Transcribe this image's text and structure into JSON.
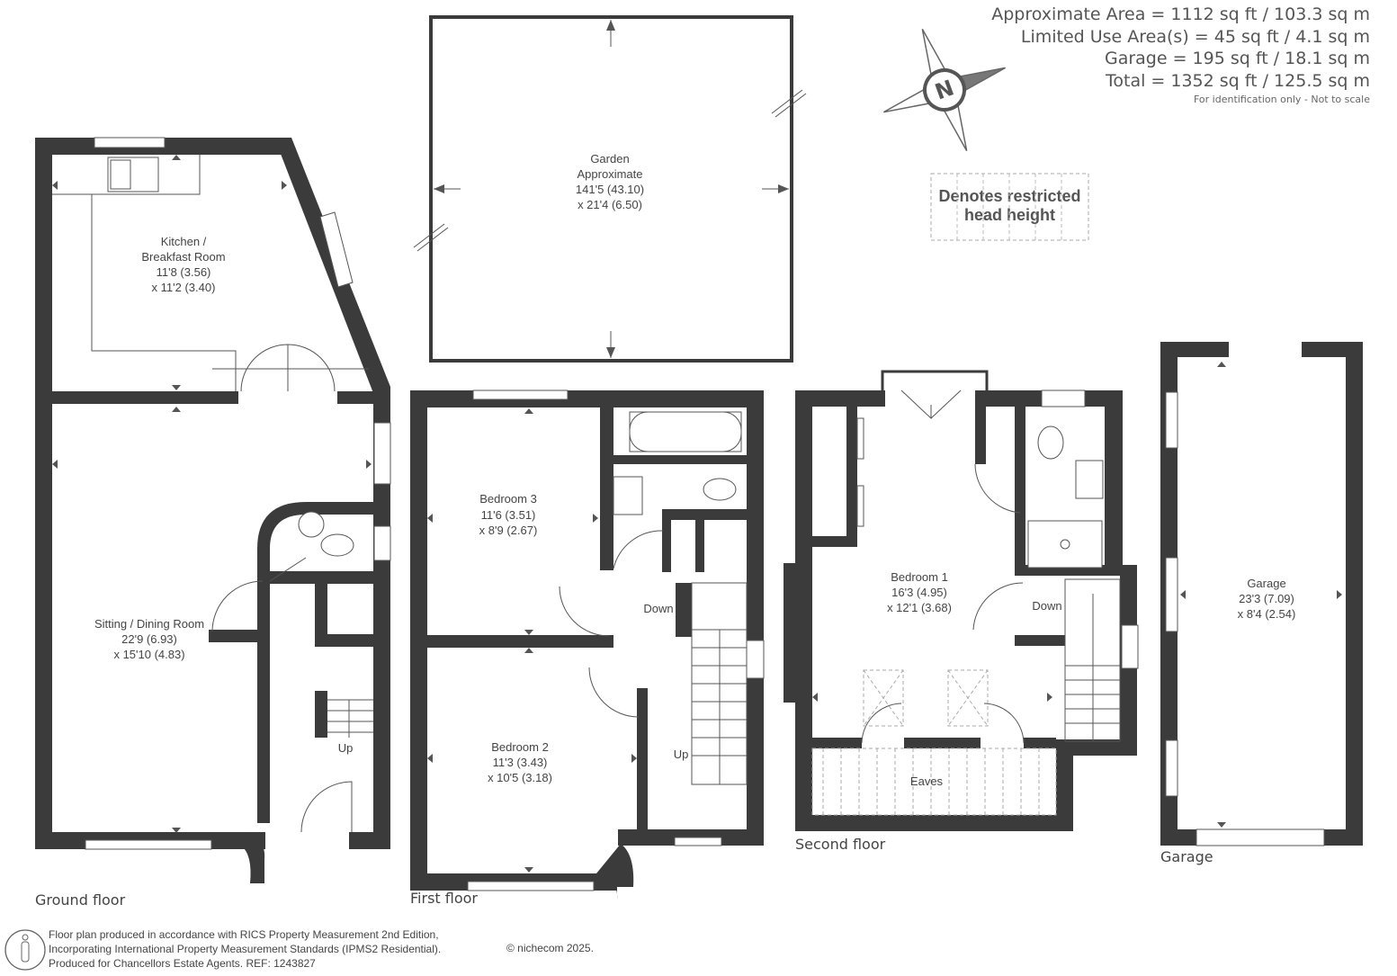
{
  "areas": [
    "Approximate Area = 1112 sq ft / 103.3 sq m",
    "Limited Use Area(s) = 45 sq ft / 4.1 sq m",
    "Garage = 195 sq ft / 18.1 sq m",
    "Total = 1352 sq ft / 125.5 sq m"
  ],
  "scale_note": "For identification only - Not to scale",
  "legend": {
    "line1": "Denotes restricted",
    "line2": "head height"
  },
  "compass": {
    "letter": "N"
  },
  "rooms": {
    "garden": [
      "Garden",
      "Approximate",
      "141'5 (43.10)",
      "x 21'4 (6.50)"
    ],
    "kitchen": [
      "Kitchen /",
      "Breakfast Room",
      "11'8 (3.56)",
      "x 11'2 (3.40)"
    ],
    "sitting": [
      "Sitting / Dining Room",
      "22'9 (6.93)",
      "x 15'10 (4.83)"
    ],
    "bedroom3": [
      "Bedroom 3",
      "11'6 (3.51)",
      "x 8'9 (2.67)"
    ],
    "bedroom2": [
      "Bedroom 2",
      "11'3 (3.43)",
      "x 10'5 (3.18)"
    ],
    "bedroom1": [
      "Bedroom 1",
      "16'3 (4.95)",
      "x 12'1 (3.68)"
    ],
    "garage": [
      "Garage",
      "23'3 (7.09)",
      "x 8'4 (2.54)"
    ],
    "eaves": "Eaves"
  },
  "stairs": {
    "up": "Up",
    "down": "Down"
  },
  "floors": {
    "ground": "Ground floor",
    "first": "First floor",
    "second": "Second floor",
    "garage": "Garage"
  },
  "footer": {
    "line1": "Floor plan produced in accordance with RICS Property Measurement 2nd Edition,",
    "line2": "Incorporating International Property Measurement Standards (IPMS2 Residential).",
    "line3": "Produced for Chancellors Estate Agents.   REF:  1243827",
    "copyright": "© nichecom 2025."
  }
}
